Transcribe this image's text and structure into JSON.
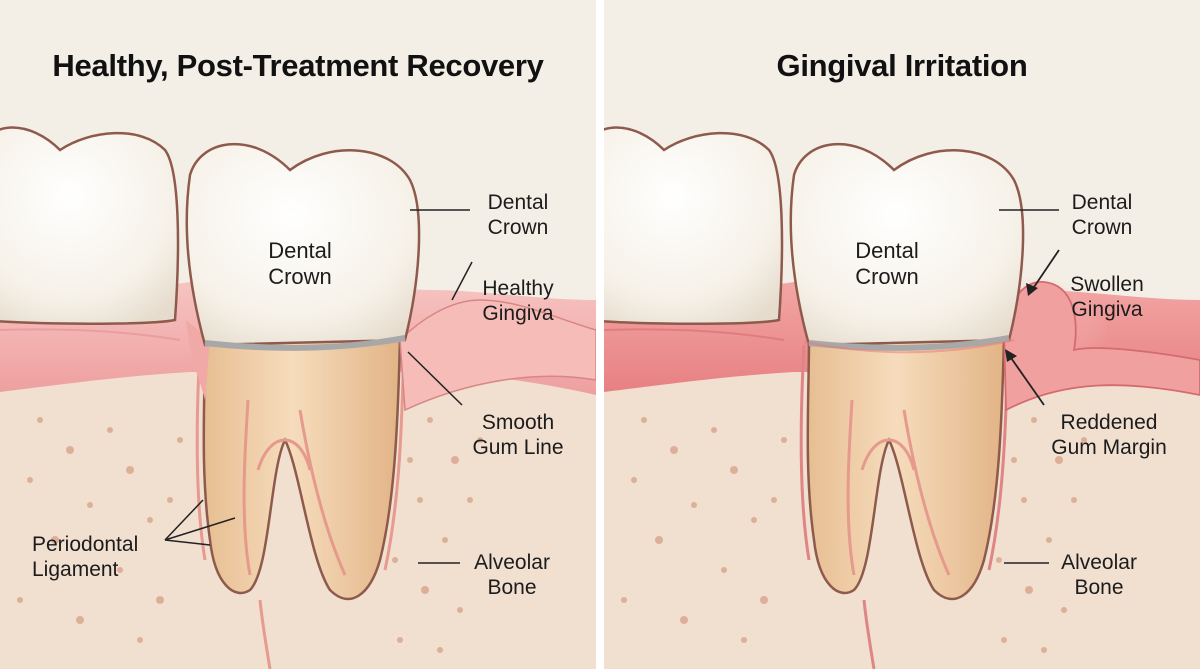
{
  "panels": {
    "left": {
      "title": "Healthy, Post-Treatment Recovery",
      "labels": {
        "crown_center": "Dental\nCrown",
        "crown_side": "Dental\nCrown",
        "gingiva": "Healthy\nGingiva",
        "gum_line": "Smooth\nGum Line",
        "ligament": "Periodontal\nLigament",
        "bone": "Alveolar\nBone"
      }
    },
    "right": {
      "title": "Gingival Irritation",
      "labels": {
        "crown_center": "Dental\nCrown",
        "crown_side": "Dental\nCrown",
        "gingiva": "Swollen\nGingiva",
        "gum_margin": "Reddened\nGum Margin",
        "bone": "Alveolar\nBone"
      }
    }
  },
  "colors": {
    "background": "#f4efe6",
    "enamel": "#fbf8f1",
    "root": "#f0d2ac",
    "gum_healthy": "#f2b3b1",
    "gum_irritated": "#ec8f90",
    "bone": "#f1dfd0",
    "outline": "#8e5a4c"
  }
}
